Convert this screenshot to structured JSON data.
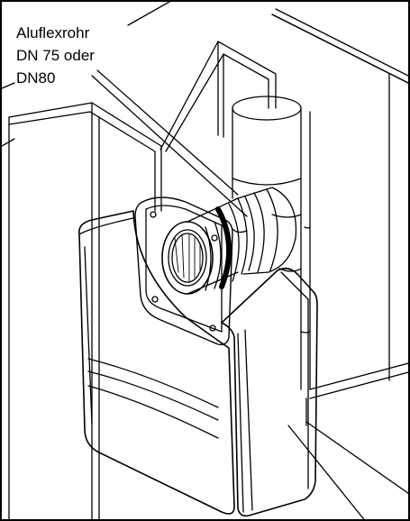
{
  "figure": {
    "callout": {
      "lines": [
        "Aluflexrohr",
        "DN 75 oder",
        "DN80"
      ]
    },
    "colors": {
      "line": "#000000",
      "background": "#ffffff"
    }
  }
}
